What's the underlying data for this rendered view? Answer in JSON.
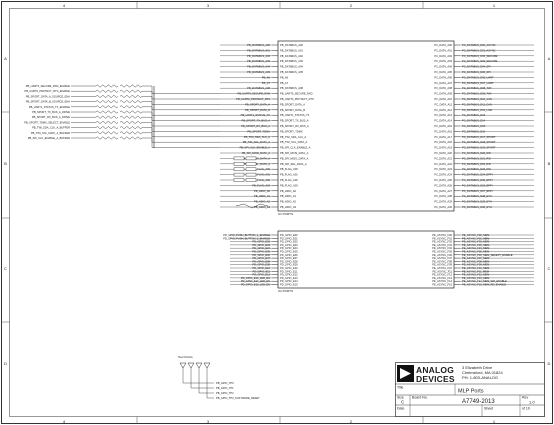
{
  "border": {
    "col_labels": [
      "4",
      "3",
      "2",
      "1"
    ],
    "row_labels": [
      "A",
      "B",
      "C",
      "D"
    ]
  },
  "company": {
    "logo_line1": "ANALOG",
    "logo_line2": "DEVICES",
    "address": [
      "3 Elizabeth Drive",
      "Chelmsford, MA 01824",
      "PH: 1-800-ANALOG"
    ]
  },
  "title_block": {
    "title_label": "Title",
    "title_value": "MLP Ports",
    "size_label": "Size",
    "size_value": "C",
    "doc_label": "Board No.",
    "doc_value": "A7749-2013",
    "rev_label": "Rev",
    "rev_value": "1.0",
    "date_label": "Date",
    "sheet_label": "Sheet",
    "sheet_value": "of 10"
  },
  "blocks": [
    {
      "id": "u1",
      "footer": "U1 PORTS",
      "left_pins": [
        "PB_DATABUS_A00",
        "PB_DATABUS_A01",
        "PB_DATABUS_A02",
        "PB_DATABUS_A03",
        "PB_DATABUS_A04",
        "PB_DATABUS_A05",
        "PB_A6",
        "PB_A7",
        "PB_DATABUS_A08",
        "PB_UART0_SECURE_RXD",
        "PB_UART0_PROTECT_RTS",
        "PB_SPORT_DATA_A",
        "PB_SPORT_DATA_B",
        "PB_UART1_STATUS_TX",
        "PB_SPORT_TX_BUS_A",
        "PB_SPORT_RX_BUS_A",
        "PB_SPORT_TDMX",
        "PB_TWI_SDA_CLK_A",
        "PB_TWI_SCL_DATA_A",
        "PB_SPI_CLK_ENABLE_A",
        "PB_SPI_MOSI_DATA_A",
        "PB_SPI_MISO_DATA_A",
        "PB_SPI_SEL_DATA_A",
        "PB_FLAG_A00",
        "PB_FLAG_A01",
        "PB_FLAG_A02",
        "PB_FLAG_A03",
        "PB_HDIO_A0",
        "PB_HDIO_A1",
        "PB_HDIO_A2",
        "PB_HDIO_A3"
      ],
      "right_pins": [
        "PC_DATA_A00",
        "PC_DATA_A01",
        "PC_DATA_A02",
        "PC_DATA_A03",
        "PC_DATA_A04",
        "PC_DATA_A05",
        "PC_DATA_A06",
        "PC_DATA_A07",
        "PC_DATA_A08",
        "PC_DATA_A09",
        "PC_DATA_A10",
        "PC_DATA_A11",
        "PC_DATA_A12",
        "PC_DATA_A13",
        "PC_DATA_A14",
        "PC_DATA_A15",
        "PC_DATA_A16",
        "PC_DATA_A17",
        "PC_DATA_A18",
        "PC_DATA_A19",
        "PC_DATA_A20",
        "PC_DATA_A21",
        "PC_DATA_A22",
        "PC_DATA_A23",
        "PC_DATA_A24",
        "PC_DATA_A25",
        "PC_DATA_A26",
        "PC_DATA_A27",
        "PC_DATA_A28",
        "PC_DATA_A29",
        "PC_DATA_A30"
      ],
      "left_nets": [
        "PB_DATABUS_A00",
        "PB_DATABUS_A01",
        "PB_DATABUS_A02",
        "PB_DATABUS_A03",
        "PB_DATABUS_A04",
        "PB_DATABUS_A05",
        "PB_A6",
        "PB_A7",
        "PB_DATABUS_A08",
        "PB_UART0_SECURE_RXD",
        "PB_UART0_PROTECT_RTS",
        "PB_SPORT_DATA_A",
        "PB_SPORT_DATA_B",
        "PB_UART1_STATUS_TX",
        "PB_SPORT_TX_BUS_A",
        "PB_SPORT_RX_BUS_A",
        "PB_SPORT_TDMX",
        "PB_TWI_SDA_CLK_A",
        "PB_TWI_SCL_DATA_A",
        "PB_SPI_CLK_ENABLE_A",
        "PB_SPI_MOSI_DATA_A",
        "PB_SPI_MISO_DATA_A",
        "PB_SPI_SEL_DATA_A",
        "PB_FLAG_A00",
        "PB_FLAG_A01",
        "PB_FLAG_A02",
        "PB_FLAG_A03",
        "PB_HDIO_A0",
        "PB_HDIO_A1",
        "PB_HDIO_A2",
        "PB_HDIO_A3"
      ],
      "right_nets": [
        "PC_DATABUS_D00_ASYNC",
        "PC_DATABUS_D01_ASYNC",
        "PC_DATABUS_D02_SECURE",
        "PC_DATABUS_D03_SECURE",
        "PC_DATABUS_D04_SPI",
        "PC_DATABUS_D05_SPI",
        "PC_DATABUS_D06_UART",
        "PC_DATABUS_D07_UART",
        "PC_DATABUS_D08_TWI",
        "PC_DATABUS_D09_TWI",
        "PC_DATABUS_D10_CAN",
        "PC_DATABUS_D11_CAN",
        "PC_DATABUS_D12_LINK",
        "PC_DATABUS_D13",
        "PC_DATABUS_D14",
        "PC_DATABUS_D15",
        "PC_DATABUS_D16",
        "PC_DATABUS_D17_SPORT",
        "PC_DATABUS_D18_SPORT",
        "PC_DATABUS_D19_SPORT",
        "PC_DATABUS_D20_RSI",
        "PC_DATABUS_D21_RSI",
        "PC_DATABUS_D22_RSI",
        "PC_DATABUS_D23_RSI",
        "PC_DATABUS_D24_EPPI",
        "PC_DATABUS_D25_EPPI",
        "PC_DATABUS_D26_EPPI",
        "PC_DATABUS_D27_EPPI",
        "PC_DATABUS_D28_ETH",
        "PC_DATABUS_D29_ETH",
        "PC_DATABUS_D30_ETH"
      ],
      "far_left_nets": [
        "PB_UART0_SECURE_RXD_ENABLE",
        "PB_UART0_PROTECT_RTS_ENABLE",
        "PB_SPORT_DATA_A_SOURCE_ENA",
        "PB_SPORT_DATA_B_SOURCE_ENA",
        "PB_UART1_STATUS_TX_ENABLE",
        "PB_SPORT_TX_BUS_A_DRIVE",
        "PB_SPORT_RX_BUS_A_DRIVE",
        "PB_SPORT_TDMX_SELECT_ENABLE",
        "PB_TWI_SDA_CLK_A_BUFFER",
        "PB_TWI_SCL_DATA_A_BUFFER",
        "PB_SPI_CLK_ENABLE_A_BUFFER"
      ],
      "mid_left_nets": [
        "PB_SPI_MOSI_DATA_A_LINK",
        "PB_SPI_MISO_DATA_A_LINK",
        "PB_SPI_SEL_DATA_A_LINK",
        "PB_FLAG_A00_LINK",
        "PB_FLAG_A01_LINK"
      ]
    },
    {
      "id": "u2",
      "footer": "U2 PORTS",
      "left_pins": [
        "PD_GPIO_E00",
        "PD_GPIO_E01",
        "PD_GPIO_E02",
        "PD_GPIO_E03",
        "PD_GPIO_E04",
        "PD_GPIO_E05",
        "PD_GPIO_E06",
        "PD_GPIO_E07",
        "PD_GPIO_E08",
        "PD_GPIO_E09",
        "PD_GPIO_E10",
        "PD_GPIO_E11",
        "PD_GPIO_E12",
        "PD_GPIO_E13",
        "PD_GPIO_E14",
        "PD_GPIO_E15"
      ],
      "right_pins": [
        "PE_ASYNC_F00",
        "PE_ASYNC_F01",
        "PE_ASYNC_F02",
        "PE_ASYNC_F03",
        "PE_ASYNC_F04",
        "PE_ASYNC_F05",
        "PE_ASYNC_F06",
        "PE_ASYNC_F07",
        "PE_ASYNC_F08",
        "PE_ASYNC_F09",
        "PE_ASYNC_F10",
        "PE_ASYNC_F11",
        "PE_ASYNC_F12",
        "PE_ASYNC_F13",
        "PE_ASYNC_F14",
        "PE_ASYNC_F15"
      ],
      "left_nets": [
        "PD_GPIO_PUSH_BUTTON_1_ENABLE",
        "PD_GPIO_PUSH_BUTTON_2_ENABLE",
        "PD_GPIO_E02",
        "PD_GPIO_E03",
        "PD_GPIO_E04",
        "PD_GPIO_E05",
        "PD_GPIO_E06",
        "PD_GPIO_E07",
        "PD_GPIO_E08",
        "PD_GPIO_E09",
        "PD_GPIO_E10",
        "PD_GPIO_E11",
        "PD_GPIO_E12",
        "PD_GPIO_E13_LED_EN",
        "PD_GPIO_E14_LED_EN",
        "PD_GPIO_E15_LED_EN"
      ],
      "right_nets": [
        "PE_ASYNC_F00_MEM",
        "PE_ASYNC_F01_MEM",
        "PE_ASYNC_F02_MEM",
        "PE_ASYNC_F03_MEM",
        "PE_ASYNC_F04_MEM",
        "PE_ASYNC_F05_MEM",
        "PE_ASYNC_F06_MEM_SELECT_ENABLE",
        "PE_ASYNC_F07_MEM",
        "PE_ASYNC_F08_MEM",
        "PE_ASYNC_F09_MEM",
        "PE_ASYNC_F10_MEM",
        "PE_ASYNC_F11_MEM",
        "PE_ASYNC_F12_MEM",
        "PE_ASYNC_F13_MEM",
        "PE_ASYNC_F14_MEM_WR_ENABLE",
        "PE_ASYNC_F15_MEM_RD_ENABLE"
      ]
    }
  ],
  "test_points": {
    "header": "Test Points",
    "nets": [
      "PB_GPIO_TP0",
      "PB_GPIO_TP1",
      "PB_GPIO_TP2",
      "PB_GPIO_TP3_SOFTWARE_RESET"
    ]
  }
}
